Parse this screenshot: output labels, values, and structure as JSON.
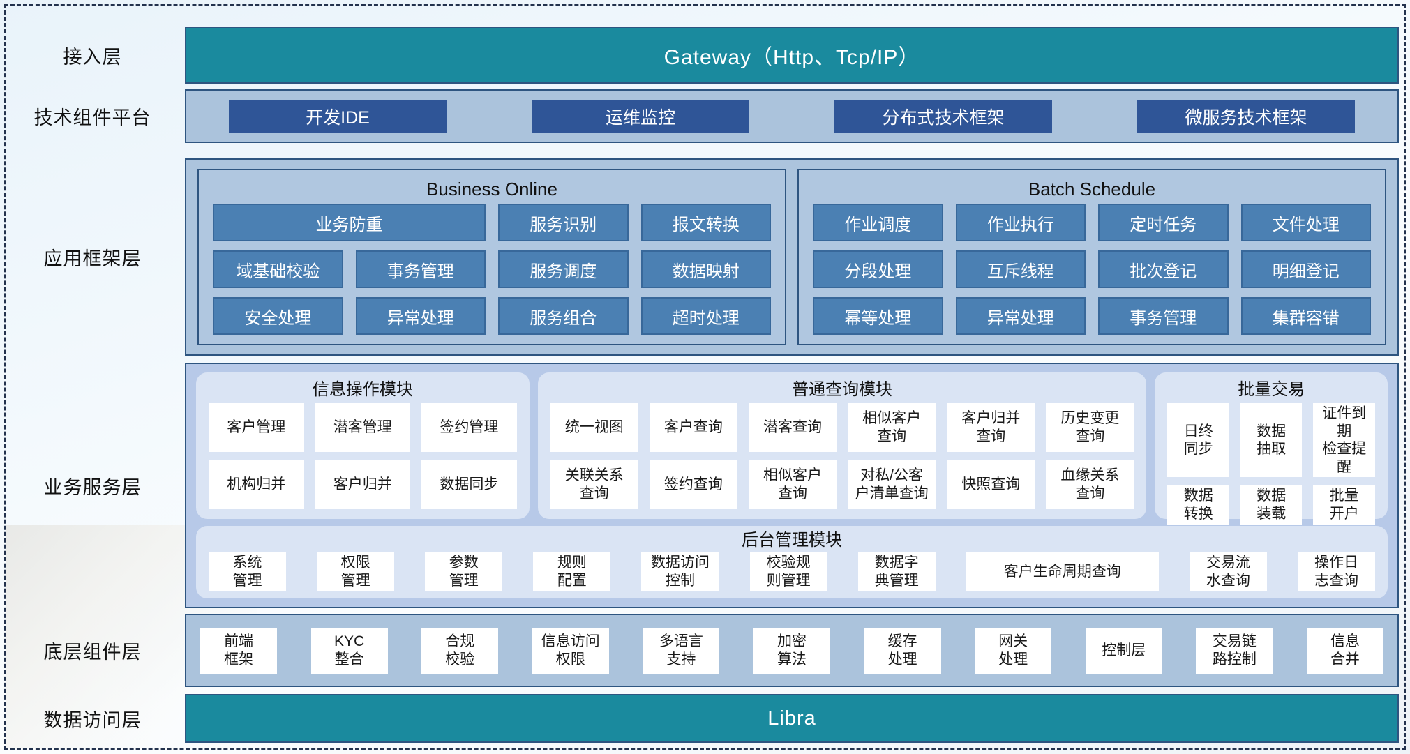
{
  "colors": {
    "teal": "#1a8a9e",
    "dark_blue_button": "#2f5597",
    "steel_blue_button": "#4b80b3",
    "panel_blue_gray": "#abc3dc",
    "panel_periwinkle": "#b7c9e8",
    "panel_lavender": "#dae4f4",
    "panel_border": "#2e5580"
  },
  "layers": {
    "access": {
      "label": "接入层",
      "bar": "Gateway（Http、Tcp/IP）"
    },
    "tech": {
      "label": "技术组件平台",
      "items": [
        "开发IDE",
        "运维监控",
        "分布式技术框架",
        "微服务技术框架"
      ]
    },
    "appframe": {
      "label": "应用框架层",
      "groups": [
        {
          "title": "Business Online",
          "buttons": [
            {
              "label": "业务防重",
              "span": 2
            },
            {
              "label": "服务识别"
            },
            {
              "label": "报文转换"
            },
            {
              "label": "域基础校验"
            },
            {
              "label": "事务管理"
            },
            {
              "label": "服务调度"
            },
            {
              "label": "数据映射"
            },
            {
              "label": "安全处理"
            },
            {
              "label": "异常处理"
            },
            {
              "label": "服务组合"
            },
            {
              "label": "超时处理"
            }
          ]
        },
        {
          "title": "Batch Schedule",
          "buttons": [
            {
              "label": "作业调度"
            },
            {
              "label": "作业执行"
            },
            {
              "label": "定时任务"
            },
            {
              "label": "文件处理"
            },
            {
              "label": "分段处理"
            },
            {
              "label": "互斥线程"
            },
            {
              "label": "批次登记"
            },
            {
              "label": "明细登记"
            },
            {
              "label": "幂等处理"
            },
            {
              "label": "异常处理"
            },
            {
              "label": "事务管理"
            },
            {
              "label": "集群容错"
            }
          ]
        }
      ]
    },
    "service": {
      "label": "业务服务层",
      "modules": [
        {
          "title": "信息操作模块",
          "buttons": [
            "客户管理",
            "潜客管理",
            "签约管理",
            "机构归并",
            "客户归并",
            "数据同步"
          ]
        },
        {
          "title": "普通查询模块",
          "buttons": [
            "统一视图",
            "客户查询",
            "潜客查询",
            "相似客户\n查询",
            "客户归并\n查询",
            "历史变更\n查询",
            "关联关系\n查询",
            "签约查询",
            "相似客户\n查询",
            "对私/公客\n户清单查询",
            "快照查询",
            "血缘关系\n查询"
          ]
        },
        {
          "title": "批量交易",
          "buttons": [
            "日终\n同步",
            "数据\n抽取",
            "证件到期\n检查提醒",
            "数据\n转换",
            "数据\n装载",
            "批量\n开户"
          ]
        }
      ],
      "admin": {
        "title": "后台管理模块",
        "buttons": [
          {
            "label": "系统\n管理"
          },
          {
            "label": "权限\n管理"
          },
          {
            "label": "参数\n管理"
          },
          {
            "label": "规则\n配置"
          },
          {
            "label": "数据访问\n控制"
          },
          {
            "label": "校验规\n则管理"
          },
          {
            "label": "数据字\n典管理"
          },
          {
            "label": "客户生命周期查询",
            "wide": true
          },
          {
            "label": "交易流\n水查询"
          },
          {
            "label": "操作日\n志查询"
          }
        ]
      }
    },
    "base": {
      "label": "底层组件层",
      "buttons": [
        "前端\n框架",
        "KYC\n整合",
        "合规\n校验",
        "信息访问\n权限",
        "多语言\n支持",
        "加密\n算法",
        "缓存\n处理",
        "网关\n处理",
        "控制层",
        "交易链\n路控制",
        "信息\n合并"
      ]
    },
    "data": {
      "label": "数据访问层",
      "bar": "Libra"
    }
  }
}
